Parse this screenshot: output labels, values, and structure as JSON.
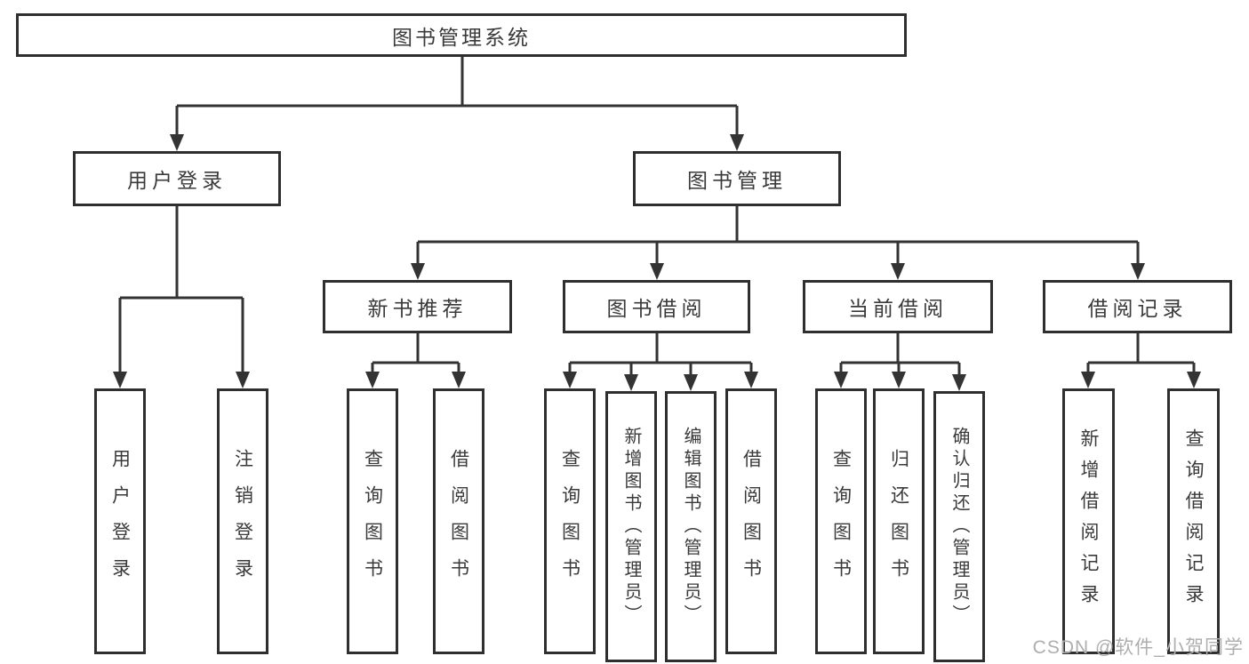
{
  "diagram": {
    "root": {
      "label": "图书管理系统"
    },
    "level2": [
      {
        "label": "用户登录",
        "children": [
          {
            "label": "用户登录"
          },
          {
            "label": "注销登录"
          }
        ]
      },
      {
        "label": "图书管理",
        "children": [
          {
            "label": "新书推荐",
            "children": [
              {
                "label": "查询图书"
              },
              {
                "label": "借阅图书"
              }
            ]
          },
          {
            "label": "图书借阅",
            "children": [
              {
                "label": "查询图书"
              },
              {
                "label": "新增图书（管理员）"
              },
              {
                "label": "编辑图书（管理员）"
              },
              {
                "label": "借阅图书"
              }
            ]
          },
          {
            "label": "当前借阅",
            "children": [
              {
                "label": "查询图书"
              },
              {
                "label": "归还图书"
              },
              {
                "label": "确认归还（管理员）"
              }
            ]
          },
          {
            "label": "借阅记录",
            "children": [
              {
                "label": "新增借阅记录"
              },
              {
                "label": "查询借阅记录"
              }
            ]
          }
        ]
      }
    ]
  },
  "watermark": {
    "text": "CSDN @软件_小贺同学"
  },
  "colors": {
    "line": "#333333",
    "node_border": "#2f2f2f",
    "node_fill": "#ffffff",
    "text": "#3a3a3a",
    "watermark": "#aeaeae",
    "background": "#ffffff"
  }
}
